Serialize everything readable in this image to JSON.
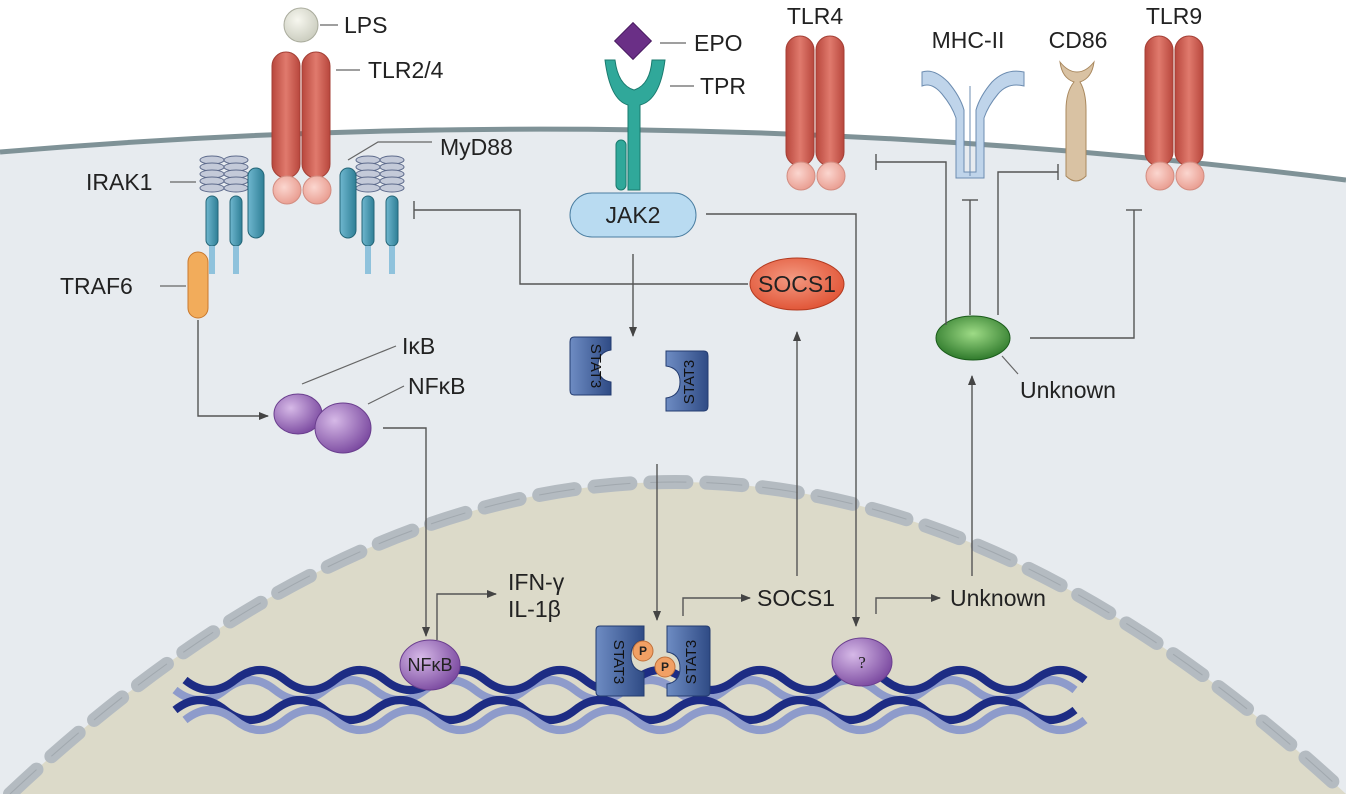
{
  "labels": {
    "lps": "LPS",
    "tlr24": "TLR2/4",
    "myd88": "MyD88",
    "irak1": "IRAK1",
    "traf6": "TRAF6",
    "ikb": "IκB",
    "nfkb": "NFκB",
    "nfkb_nuclear": "NFκB",
    "ifn_gamma": "IFN-γ",
    "il_1b": "IL-1β",
    "epo": "EPO",
    "tpr": "TPR",
    "jak2": "JAK2",
    "socs1_protein": "SOCS1",
    "socs1_gene": "SOCS1",
    "stat3": "STAT3",
    "phospho": "P",
    "tlr4": "TLR4",
    "mhc2": "MHC-II",
    "cd86": "CD86",
    "tlr9": "TLR9",
    "unknown_protein": "Unknown",
    "unknown_gene": "Unknown",
    "unknown_factor": "?"
  },
  "colors": {
    "extracellular": "#ffffff",
    "cytoplasm": "#e7ebef",
    "membrane_line": "#7f9297",
    "nucleus": "#dcdac9",
    "nuclear_envelope": "#b4bbc1",
    "tlr_receptor": "#cd5b4f",
    "tlr_tir": "#f2b1a8",
    "adaptor_teal": "#3d9bb2",
    "irak_coil": "#c4cad9",
    "traf6": "#f2ac5b",
    "ikb_nfkb": "#8e5fad",
    "epo": "#6a2f86",
    "tpr": "#30a89a",
    "jak2": "#b9dbf1",
    "socs1": "#e55336",
    "stat3": "#3b5a95",
    "phospho": "#f1a064",
    "mhc2": "#bfd4ea",
    "cd86": "#d9c2a3",
    "unknown": "#2f7f2a",
    "dna_strand": "#1d2c84",
    "dna_strand_light": "#8e9bcb"
  }
}
